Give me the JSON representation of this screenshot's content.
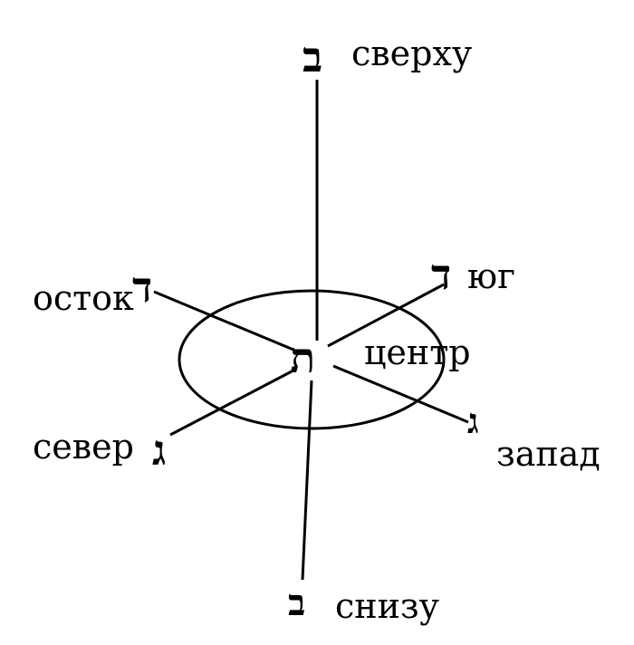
{
  "labels": {
    "above": "сверху",
    "below": "снизу",
    "east": "осток",
    "south": "юг",
    "center": "центр",
    "north": "север",
    "west": "запад"
  },
  "letters": {
    "above": "ב",
    "below": "ב",
    "east": "ד",
    "south": "ד",
    "center": "ת",
    "north": "ג",
    "west": "ג"
  },
  "colors": {
    "ink": "#000000",
    "paper": "#ffffff"
  }
}
